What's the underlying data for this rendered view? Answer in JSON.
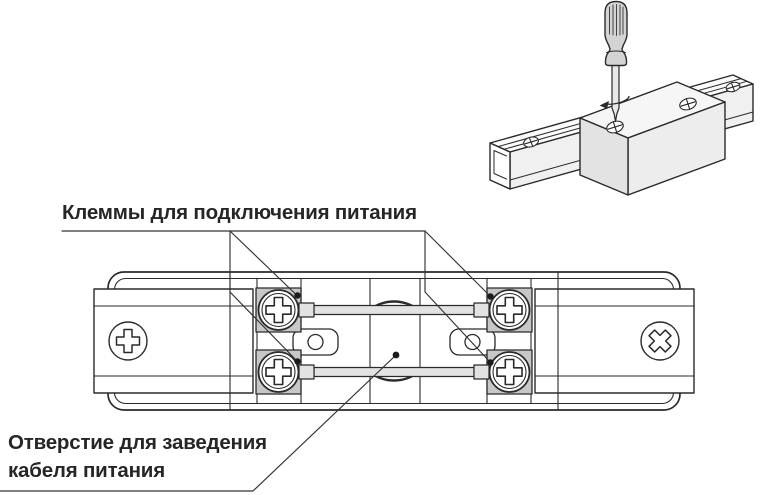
{
  "figure": {
    "top_label": "Клеммы для подключения питания",
    "bottom_label_line1": "Отверстие для заведения",
    "bottom_label_line2": "кабеля питания"
  },
  "colors": {
    "line": "#2a2a2a",
    "text": "#262626",
    "terminal_block_fill": "#c7c7c7",
    "busbar_fill": "#e2e2e2",
    "screwdriver_handle_fill": "#d4d4d4",
    "box_top_fill": "#f6f6f6",
    "box_front_fill": "#ededed",
    "box_side_fill": "#e3e3e3",
    "background": "#ffffff"
  }
}
